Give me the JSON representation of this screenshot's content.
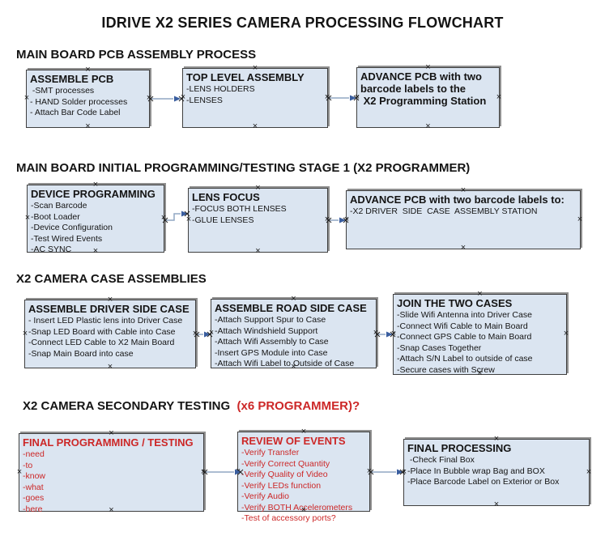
{
  "title": "IDRIVE X2  SERIES CAMERA PROCESSING FLOWCHART",
  "colors": {
    "box_fill": "#dbe5f1",
    "box_border": "#3f3f3f",
    "red_text": "#cc2727",
    "arrow_line": "#91a7c4",
    "arrow_head": "#3a5e9f",
    "text": "#141414"
  },
  "sections": [
    {
      "header": "MAIN BOARD PCB ASSEMBLY PROCESS",
      "header_highlight": "",
      "boxes": [
        {
          "title": "ASSEMBLE PCB",
          "items": [
            " -SMT processes",
            "- HAND Solder processes",
            "- Attach Bar Code Label"
          ]
        },
        {
          "title": "TOP LEVEL ASSEMBLY",
          "items": [
            "-LENS HOLDERS",
            "-LENSES"
          ]
        },
        {
          "title": "ADVANCE PCB with two\nbarcode labels to the\n X2 Programming Station",
          "items": []
        }
      ]
    },
    {
      "header": "MAIN BOARD INITIAL PROGRAMMING/TESTING STAGE 1 (X2 PROGRAMMER)",
      "header_highlight": "",
      "boxes": [
        {
          "title": "DEVICE PROGRAMMING",
          "items": [
            "-Scan Barcode",
            "-Boot Loader",
            "-Device Configuration",
            "-Test Wired Events",
            "-AC SYNC"
          ]
        },
        {
          "title": "LENS FOCUS",
          "items": [
            "-FOCUS BOTH LENSES",
            "-GLUE LENSES"
          ]
        },
        {
          "title": "ADVANCE PCB with two barcode labels to:",
          "items": [
            "-X2 DRIVER  SIDE  CASE  ASSEMBLY STATION"
          ]
        }
      ]
    },
    {
      "header": "X2 CAMERA CASE ASSEMBLIES",
      "header_highlight": "",
      "boxes": [
        {
          "title": "ASSEMBLE DRIVER SIDE CASE",
          "items": [
            "- Insert LED Plastic lens into Driver Case",
            "-Snap LED Board with Cable into Case",
            "-Connect LED Cable to X2 Main Board",
            "-Snap Main Board into case"
          ]
        },
        {
          "title": "ASSEMBLE ROAD SIDE CASE",
          "items": [
            "-Attach Support Spur to Case",
            "-Attach Windshield Support",
            "-Attach Wifi Assembly to Case",
            "-Insert GPS Module into Case",
            "-Attach Wifi Label to Outside of Case"
          ]
        },
        {
          "title": "JOIN THE TWO CASES",
          "items": [
            "-Slide Wifi Antenna into Driver Case",
            "-Connect Wifi Cable to Main Board",
            "-Connect GPS Cable to Main Board",
            "-Snap Cases Together",
            "-Attach S/N Label to outside of case",
            "-Secure cases with Screw"
          ]
        }
      ]
    },
    {
      "header": "X2 CAMERA SECONDARY TESTING ",
      "header_highlight": " (x6 PROGRAMMER)?",
      "boxes": [
        {
          "title": "FINAL PROGRAMMING / TESTING",
          "items": [
            "-need",
            "-to",
            "-know",
            "-what",
            "-goes",
            "-here"
          ]
        },
        {
          "title": "REVIEW OF EVENTS",
          "items": [
            "-Verify Transfer",
            "-Verify Correct Quantity",
            "-Verify Quality of Video",
            "-Verify LEDs function",
            "-Verify Audio",
            "-Verify BOTH Accelerometers",
            "-Test of accessory ports?"
          ]
        },
        {
          "title": "FINAL PROCESSING",
          "items": [
            " -Check Final Box",
            "-Place In Bubble wrap Bag and BOX",
            "-Place Barcode Label on Exterior or Box"
          ]
        }
      ]
    }
  ]
}
